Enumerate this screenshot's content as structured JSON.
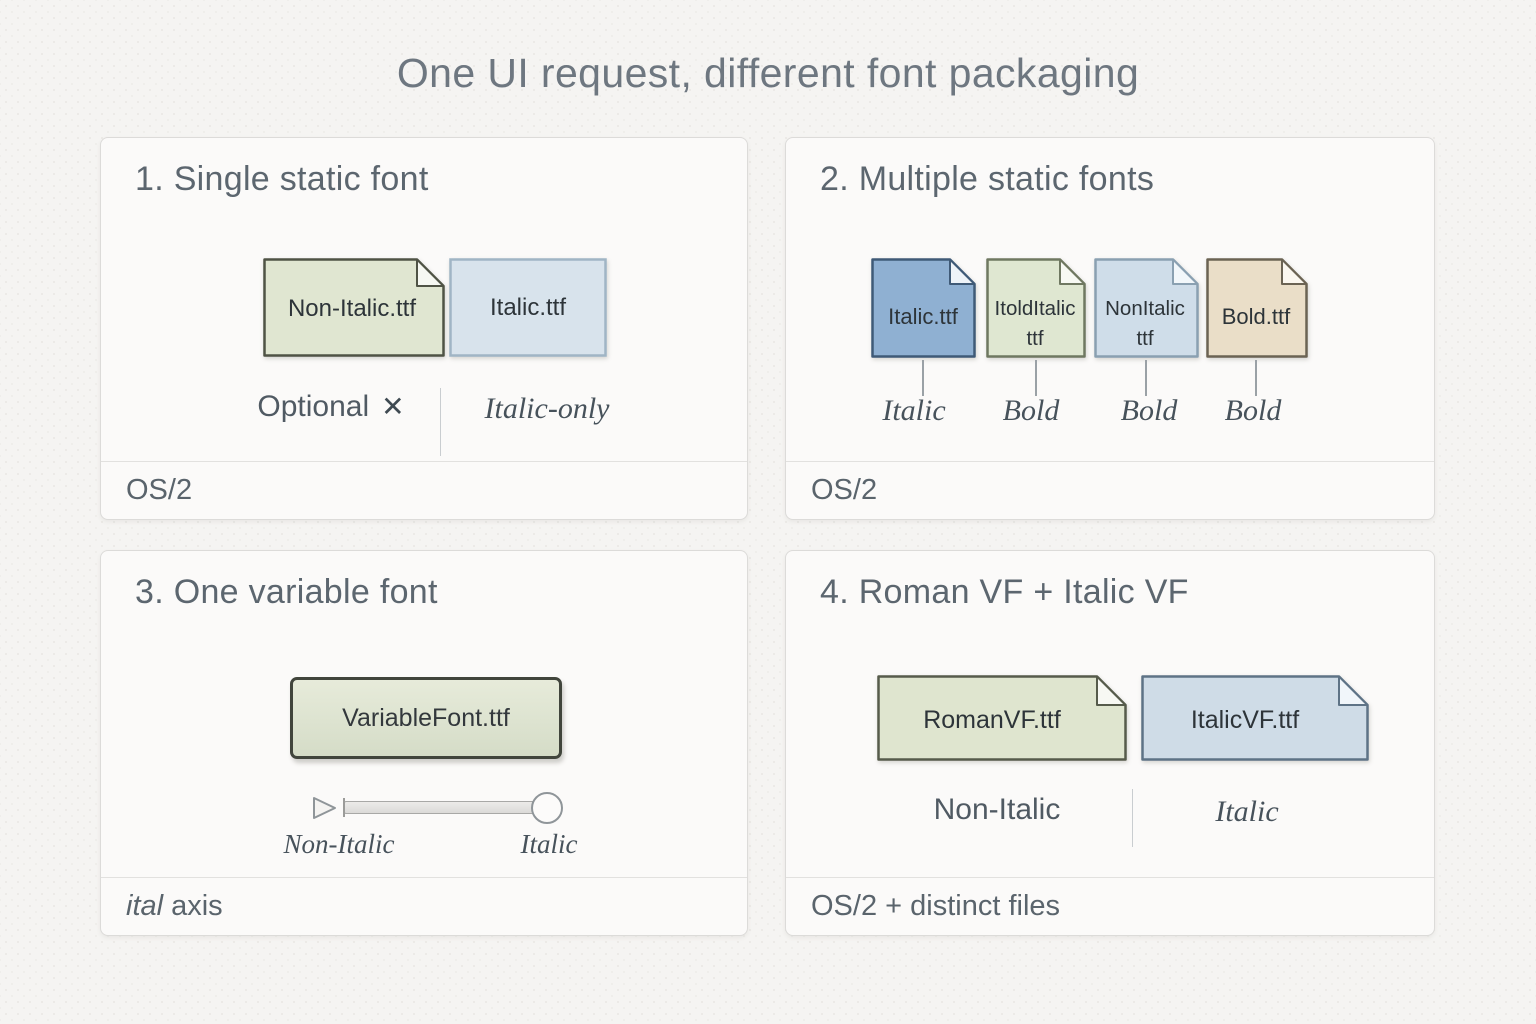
{
  "title": "One UI request, different font packaging",
  "colors": {
    "background": "#f5f4f2",
    "panel_background": "#fbfaf9",
    "panel_border": "#dcdbd9",
    "title_text": "#6e7780",
    "heading_text": "#5c666f",
    "file_green": "#e0e6d1",
    "file_blue_light": "#d8e3ec",
    "file_blue_medium": "#8fb0d2",
    "file_tan": "#eadec8",
    "serif_label_text": "#47525b",
    "footer_text": "#5a646c"
  },
  "panels": [
    {
      "heading": "1. Single static font",
      "files": [
        {
          "name": "Non-Italic.ttf"
        },
        {
          "name": "Italic.ttf"
        }
      ],
      "annotation_left": "Optional",
      "annotation_left_icon": "✕",
      "annotation_right": "Italic-only",
      "footer": "OS/2"
    },
    {
      "heading": "2. Multiple static fonts",
      "files": [
        {
          "line1": "Italic.ttf",
          "label": "Italic"
        },
        {
          "line1": "ItoldItalic",
          "line2": "ttf",
          "label": "Bold"
        },
        {
          "line1": "NonItalic",
          "line2": "ttf",
          "label": "Bold"
        },
        {
          "line1": "Bold.ttf",
          "label": "Bold"
        }
      ],
      "footer": "OS/2"
    },
    {
      "heading": "3. One variable font",
      "files": [
        {
          "name": "VariableFont.ttf"
        }
      ],
      "slider": {
        "left_label": "Non-Italic",
        "right_label": "Italic"
      },
      "footer_em": "ital",
      "footer_rest": "axis"
    },
    {
      "heading": "4. Roman VF + Italic VF",
      "files": [
        {
          "name": "RomanVF.ttf"
        },
        {
          "name": "ItalicVF.ttf"
        }
      ],
      "annotation_left": "Non-Italic",
      "annotation_right": "Italic",
      "footer": "OS/2 + distinct files"
    }
  ]
}
